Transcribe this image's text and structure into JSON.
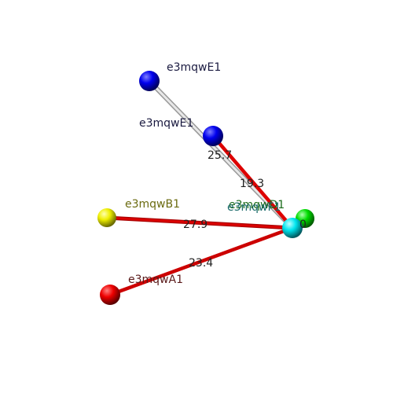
{
  "colors": {
    "background": "#ffffff",
    "bond_red": "#dd0000",
    "bond_grey": "#cccccc"
  },
  "atoms": [
    {
      "id": "E1_upper",
      "label": "e3mqwE1",
      "label_color": "#1a1a40",
      "color": "#0000ee"
    },
    {
      "id": "E1_lower",
      "label": "e3mqwE1",
      "label_color": "#1a1a40",
      "color": "#0000ee"
    },
    {
      "id": "B1",
      "label": "e3mqwB1",
      "label_color": "#6b6b10",
      "color": "#eeee00"
    },
    {
      "id": "A1",
      "label": "e3mqwA1",
      "label_color": "#5a1a1a",
      "color": "#ee0000"
    },
    {
      "id": "D1",
      "label": "e3mqwD1",
      "label_color": "#1a6a1a",
      "color": "#00dd00"
    },
    {
      "id": "F1",
      "label": "e3mqwF1",
      "label_color": "#1a6a6a",
      "color": "#00e5ee"
    }
  ],
  "bonds": [
    {
      "from": "E1_upper",
      "to": "F1",
      "kind": "grey"
    },
    {
      "from": "E1_lower",
      "to": "F1",
      "kind": "red"
    },
    {
      "from": "B1",
      "to": "F1",
      "kind": "red"
    },
    {
      "from": "A1",
      "to": "F1",
      "kind": "red"
    }
  ],
  "distances": [
    {
      "label": "25.7"
    },
    {
      "label": "19.3"
    },
    {
      "label": "27.9"
    },
    {
      "label": "23.4"
    },
    {
      "label": "0"
    }
  ]
}
